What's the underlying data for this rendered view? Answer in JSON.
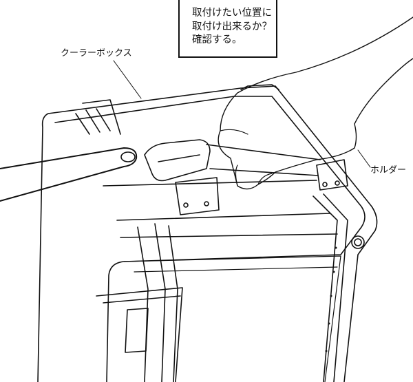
{
  "callout": {
    "lines": [
      "取付けたい位置に",
      "取付け出来るか？",
      "確認する。"
    ]
  },
  "labels": {
    "cooler_box": "クーラーボックス",
    "holder": "ホルダー"
  }
}
